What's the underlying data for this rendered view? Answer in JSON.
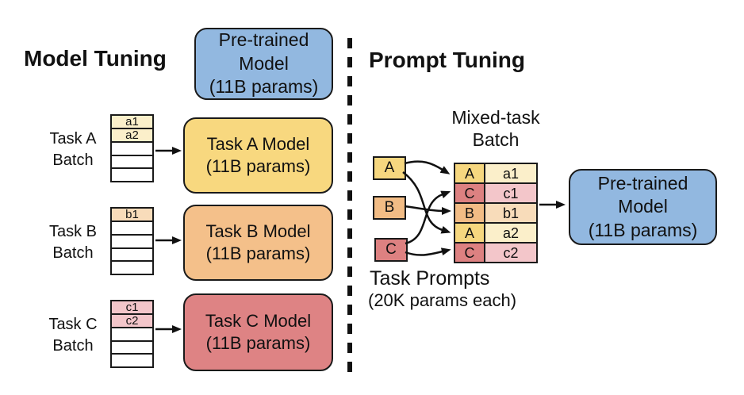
{
  "figure": {
    "left_panel": {
      "title": "Model Tuning",
      "pretrained_model": {
        "line1": "Pre-trained",
        "line2": "Model",
        "line3": "(11B params)"
      },
      "tasks": [
        {
          "name": "Task A",
          "batch_word": "Batch",
          "rows": [
            "a1",
            "a2"
          ],
          "model_line1": "Task A Model",
          "model_line2": "(11B params)"
        },
        {
          "name": "Task B",
          "batch_word": "Batch",
          "rows": [
            "b1"
          ],
          "model_line1": "Task B Model",
          "model_line2": "(11B params)"
        },
        {
          "name": "Task C",
          "batch_word": "Batch",
          "rows": [
            "c1",
            "c2"
          ],
          "model_line1": "Task C Model",
          "model_line2": "(11B params)"
        }
      ]
    },
    "right_panel": {
      "title": "Prompt Tuning",
      "mixed_batch": {
        "line1": "Mixed-task",
        "line2": "Batch"
      },
      "prompts": [
        "A",
        "B",
        "C"
      ],
      "batch_table": {
        "rows": [
          {
            "task": "A",
            "example": "a1"
          },
          {
            "task": "C",
            "example": "c1"
          },
          {
            "task": "B",
            "example": "b1"
          },
          {
            "task": "A",
            "example": "a2"
          },
          {
            "task": "C",
            "example": "c2"
          }
        ]
      },
      "caption": {
        "line1": "Task Prompts",
        "line2": "(20K params each)"
      },
      "pretrained_model": {
        "line1": "Pre-trained",
        "line2": "Model",
        "line3": "(11B params)"
      }
    }
  },
  "colors": {
    "blue": "#92b8e0",
    "task_a": "#f6d77f",
    "task_b": "#f2bc85",
    "task_c": "#dd8181",
    "box_a": "#f8d87f",
    "box_b": "#f4c08a",
    "box_c": "#de8384",
    "cell_a_light": "#fbefca",
    "cell_b_light": "#f8dcba",
    "cell_c_light": "#f3c6ca"
  }
}
